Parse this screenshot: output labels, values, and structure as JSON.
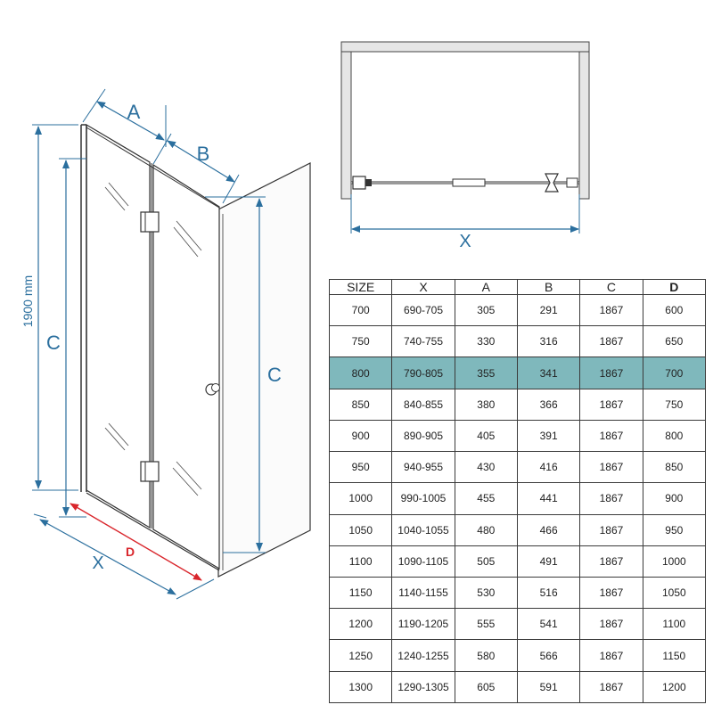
{
  "dimension_labels": {
    "a": "A",
    "b": "B",
    "c_left": "C",
    "c_right": "C",
    "height": "1900 mm",
    "x_front": "X",
    "d": "D",
    "x_top": "X"
  },
  "table": {
    "columns": [
      "SIZE",
      "X",
      "A",
      "B",
      "C",
      "D"
    ],
    "bold_columns": [
      "D"
    ],
    "highlight_row": "800",
    "rows": [
      [
        "700",
        "690-705",
        "305",
        "291",
        "1867",
        "600"
      ],
      [
        "750",
        "740-755",
        "330",
        "316",
        "1867",
        "650"
      ],
      [
        "800",
        "790-805",
        "355",
        "341",
        "1867",
        "700"
      ],
      [
        "850",
        "840-855",
        "380",
        "366",
        "1867",
        "750"
      ],
      [
        "900",
        "890-905",
        "405",
        "391",
        "1867",
        "800"
      ],
      [
        "950",
        "940-955",
        "430",
        "416",
        "1867",
        "850"
      ],
      [
        "1000",
        "990-1005",
        "455",
        "441",
        "1867",
        "900"
      ],
      [
        "1050",
        "1040-1055",
        "480",
        "466",
        "1867",
        "950"
      ],
      [
        "1100",
        "1090-1105",
        "505",
        "491",
        "1867",
        "1000"
      ],
      [
        "1150",
        "1140-1155",
        "530",
        "516",
        "1867",
        "1050"
      ],
      [
        "1200",
        "1190-1205",
        "555",
        "541",
        "1867",
        "1100"
      ],
      [
        "1250",
        "1240-1255",
        "580",
        "566",
        "1867",
        "1150"
      ],
      [
        "1300",
        "1290-1305",
        "605",
        "591",
        "1867",
        "1200"
      ]
    ]
  },
  "colors": {
    "dimension": "#2b6f9e",
    "d_arrow": "#d9262c",
    "highlight": "#7fb8bc"
  }
}
